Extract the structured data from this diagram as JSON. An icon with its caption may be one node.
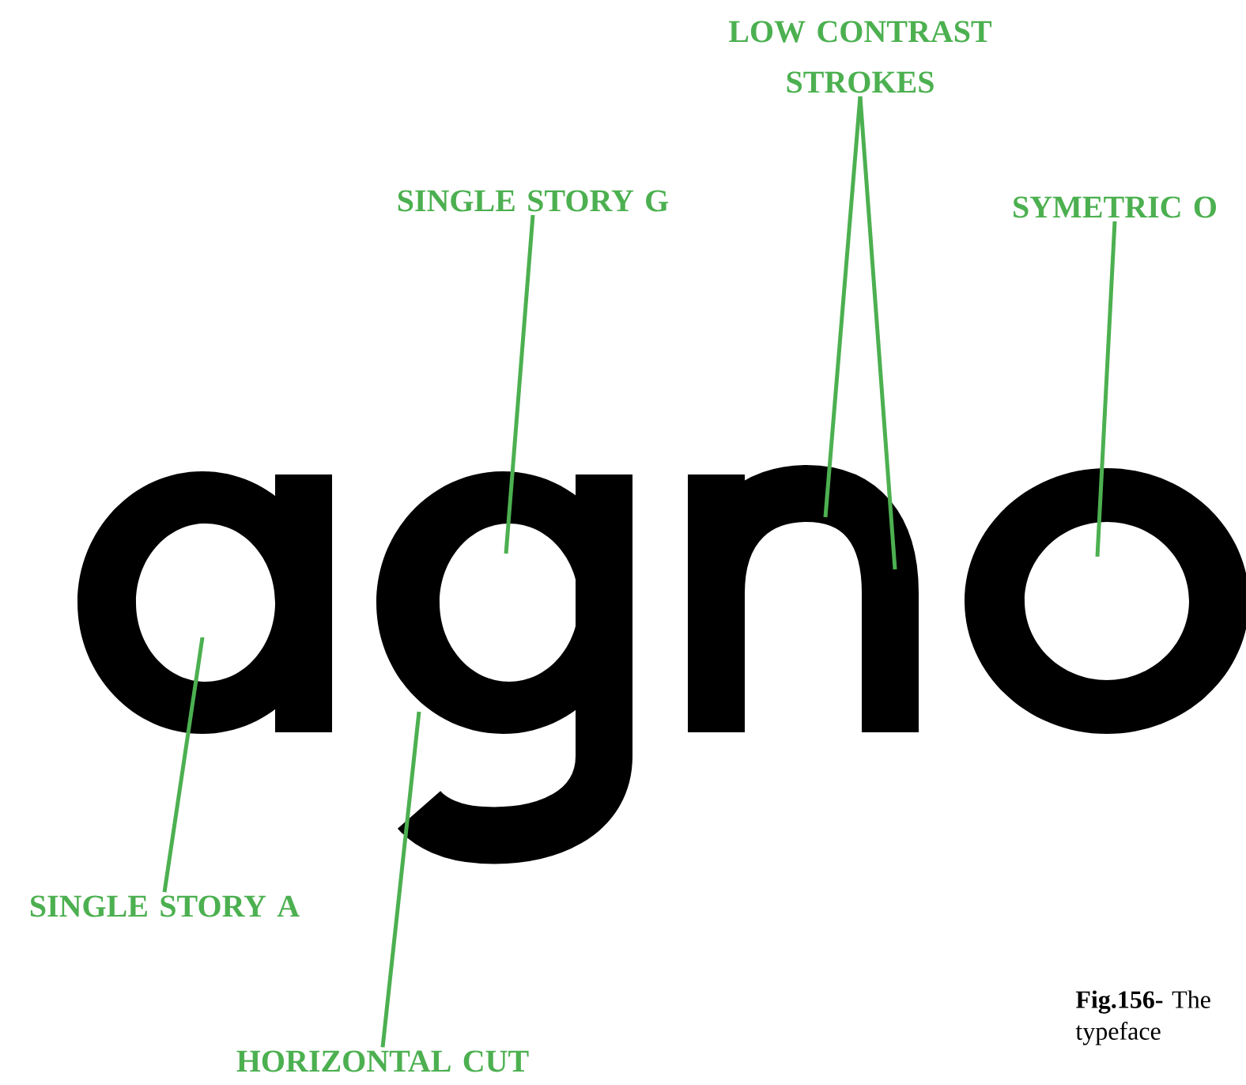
{
  "diagram": {
    "caption": "**Fig.156-** The typeface",
    "nodes": [
      {
        "text": [
          "LOW CONTRAST STROKES"
        ]
      },
      {
        "text": [
          "SINGLE STORY G"
        ]
      },
      {
        "text": [
          "SYMETRIC O"
        ]
      },
      {
        "text": [
          "SINGLE STORY A"
        ]
      },
      {
        "text": [
          "HORIZONTAL CUT"
        ]
      }
    ],
    "edges": [
      {
        "from": 0,
        "to": null,
        "arrow": "none"
      },
      {
        "from": 0,
        "to": null,
        "arrow": "none"
      },
      {
        "from": 1,
        "to": null,
        "arrow": "none"
      },
      {
        "from": 2,
        "to": null,
        "arrow": "none"
      },
      {
        "from": 3,
        "to": null,
        "arrow": "none"
      },
      {
        "from": 4,
        "to": null,
        "arrow": "none"
      }
    ]
  }
}
